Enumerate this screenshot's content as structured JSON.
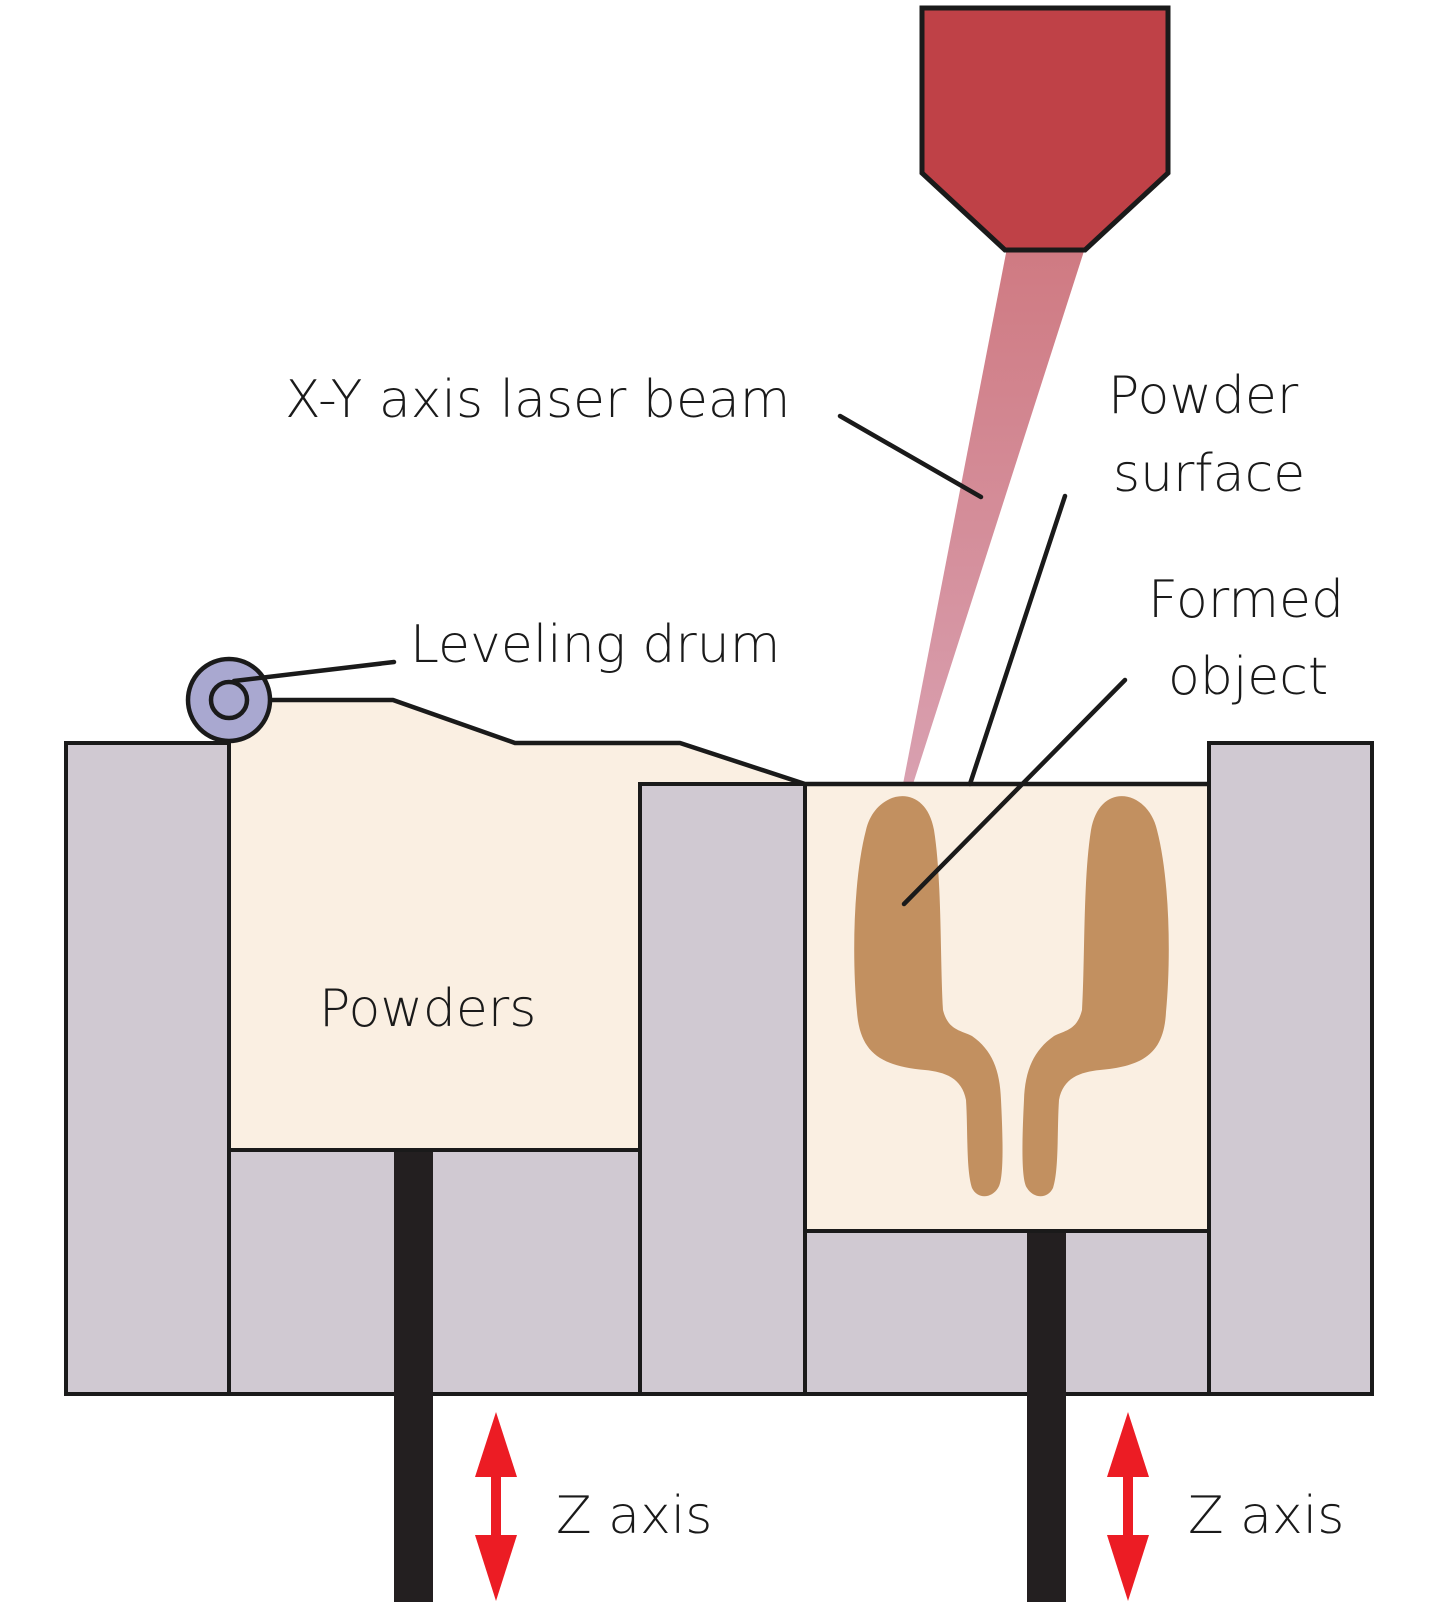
{
  "diagram": {
    "title": "Selective laser sintering process",
    "labels": {
      "laser_beam": "X-Y axis laser beam",
      "powder_surface_line1": "Powder",
      "powder_surface_line2": "surface",
      "formed_object_line1": "Formed",
      "formed_object_line2": "object",
      "leveling_drum": "Leveling drum",
      "powders": "Powders",
      "z_axis_left": "Z axis",
      "z_axis_right": "Z axis"
    },
    "colors": {
      "laser_head": "#bf4147",
      "laser_beam": "#d4858e",
      "walls": "#d0c9d2",
      "powder": "#faefe2",
      "formed_object": "#c29060",
      "leveling_drum": "#a9a8d0",
      "z_arrow": "#ec1c24",
      "piston_rod": "#231f20"
    }
  }
}
